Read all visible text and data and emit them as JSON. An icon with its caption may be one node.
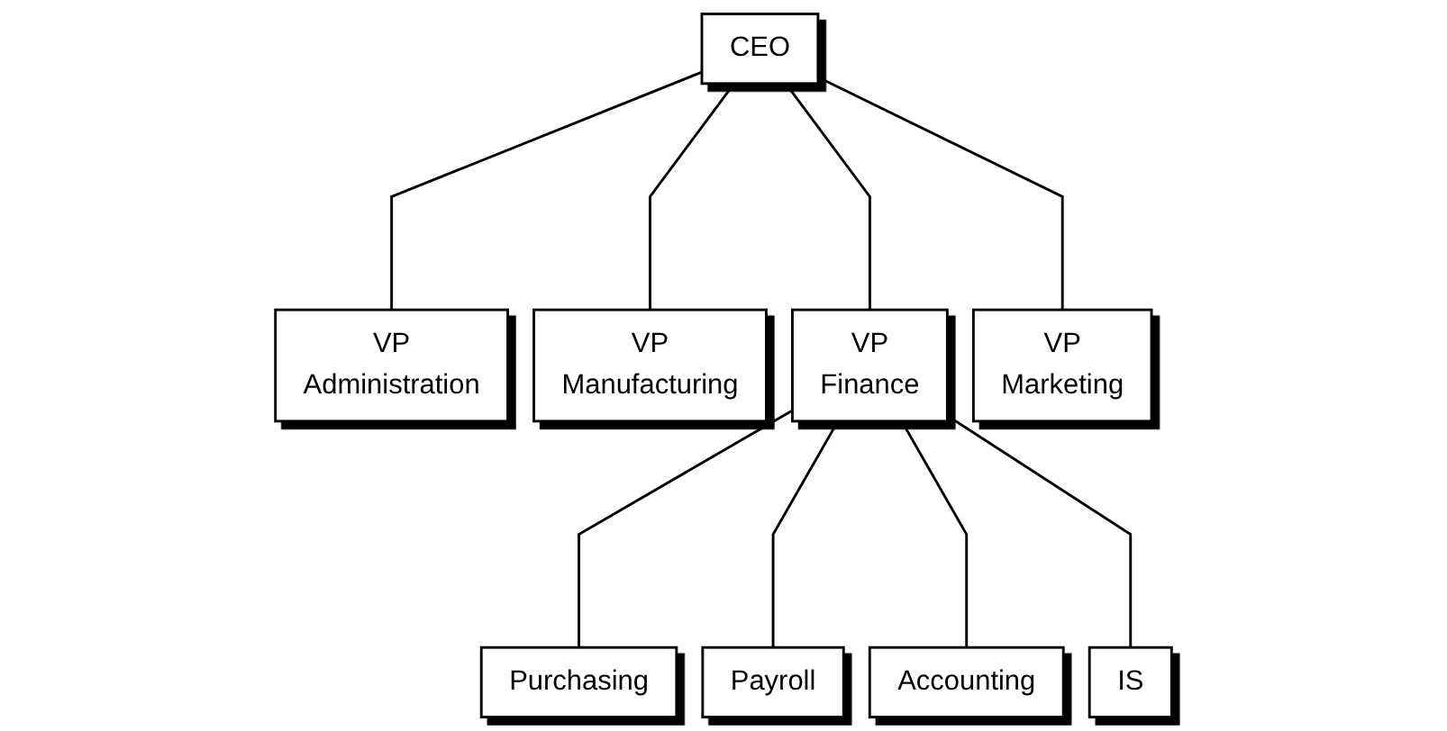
{
  "diagram": {
    "nodes": [
      {
        "text": [
          "CEO"
        ]
      },
      {
        "text": [
          "VP",
          "Administration"
        ]
      },
      {
        "text": [
          "VP",
          "Manufacturing"
        ]
      },
      {
        "text": [
          "VP",
          "Finance"
        ]
      },
      {
        "text": [
          "VP",
          "Marketing"
        ]
      },
      {
        "text": [
          "Purchasing"
        ]
      },
      {
        "text": [
          "Payroll"
        ]
      },
      {
        "text": [
          "Accounting"
        ]
      },
      {
        "text": [
          "IS"
        ]
      }
    ],
    "edges": [
      {
        "from": 0,
        "to": 1,
        "arrow": "none"
      },
      {
        "from": 0,
        "to": 2,
        "arrow": "none"
      },
      {
        "from": 0,
        "to": 3,
        "arrow": "none"
      },
      {
        "from": 0,
        "to": 4,
        "arrow": "none"
      },
      {
        "from": 3,
        "to": 5,
        "arrow": "none"
      },
      {
        "from": 3,
        "to": 6,
        "arrow": "none"
      },
      {
        "from": 3,
        "to": 7,
        "arrow": "none"
      },
      {
        "from": 3,
        "to": 8,
        "arrow": "none"
      }
    ]
  }
}
